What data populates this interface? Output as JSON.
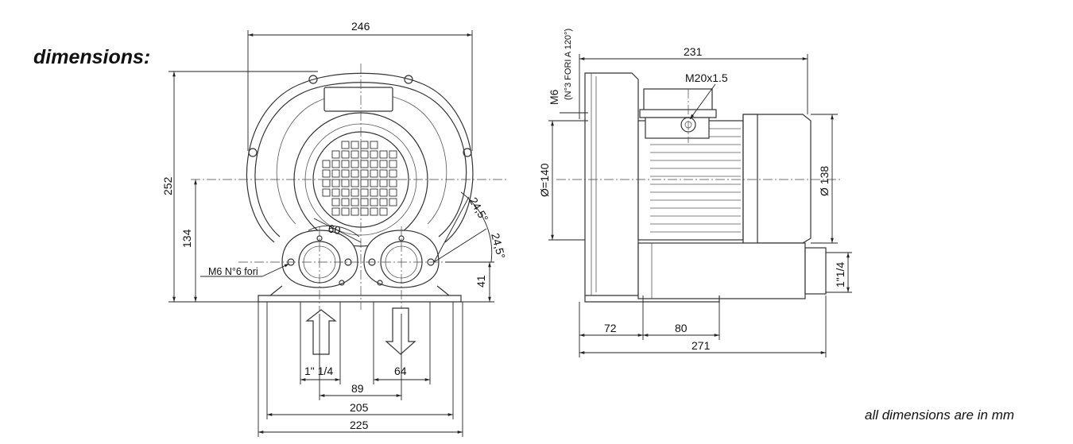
{
  "heading": "dimensions:",
  "footer_note": "all dimensions are in mm",
  "front_view": {
    "width_top": "246",
    "height_total": "252",
    "axis_height": "134",
    "port_axis_height": "41",
    "port_angle": "60",
    "angle_a": "24,5°",
    "angle_b": "24,5°",
    "mounting_note": "M6 N°6 fori",
    "port_size": "1\" 1/4",
    "outlet_offset": "64",
    "port_spacing": "89",
    "foot_spacing": "205",
    "base_width": "225"
  },
  "side_view": {
    "length_top": "231",
    "cable_gland": "M20x1.5",
    "flange_holes": "M6",
    "flange_holes_note": "(N°3 FORI A 120°)",
    "flange_diameter": "Ø=140",
    "motor_diameter": "Ø 138",
    "port_thread": "1\"1/4",
    "offset_a": "72",
    "offset_b": "80",
    "length_total": "271"
  }
}
